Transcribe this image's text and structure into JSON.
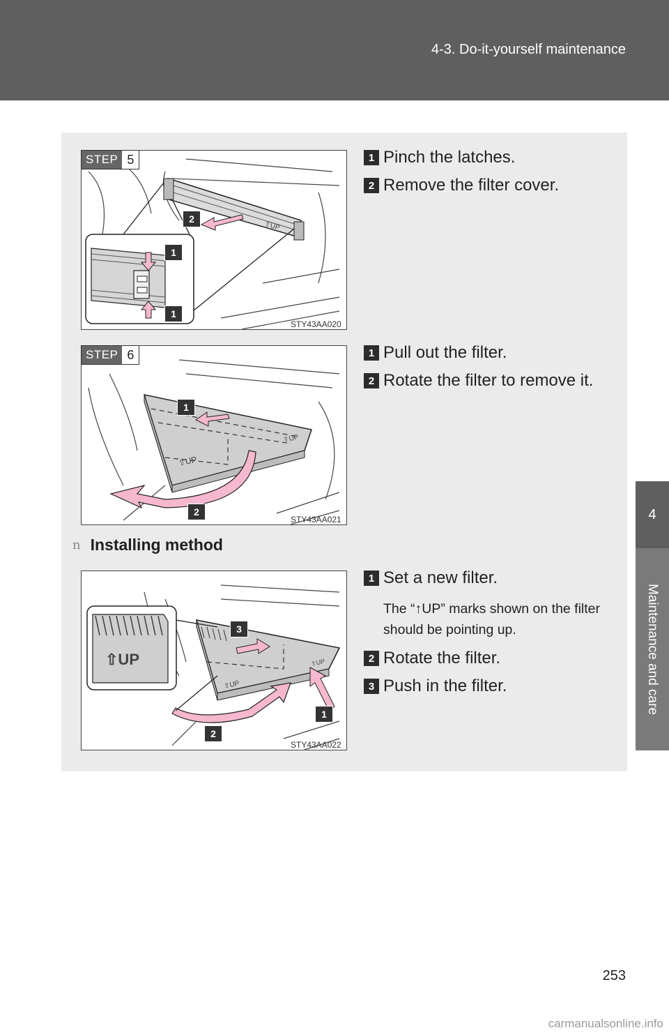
{
  "header": {
    "title": "4-3. Do-it-yourself maintenance"
  },
  "side_tab": {
    "number": "4",
    "label": "Maintenance and care"
  },
  "step5": {
    "badge_word": "STEP",
    "badge_num": "5",
    "figure_code": "STY43AA020",
    "callouts": [
      "2",
      "1",
      "1"
    ],
    "instructions": [
      {
        "num": "1",
        "text": "Pinch the latches."
      },
      {
        "num": "2",
        "text": "Remove the filter cover."
      }
    ]
  },
  "step6": {
    "badge_word": "STEP",
    "badge_num": "6",
    "figure_code": "STY43AA021",
    "callouts": [
      "1",
      "2"
    ],
    "instructions": [
      {
        "num": "1",
        "text": "Pull out the filter."
      },
      {
        "num": "2",
        "text": "Rotate the filter to remove it."
      }
    ]
  },
  "installing": {
    "bullet": "n",
    "title": "Installing method",
    "figure_code": "STY43AA022",
    "callouts": [
      "3",
      "1",
      "2"
    ],
    "instructions": [
      {
        "num": "1",
        "text": "Set a new filter."
      },
      {
        "num": "2",
        "text": "Rotate the filter."
      },
      {
        "num": "3",
        "text": "Push in the filter."
      }
    ],
    "note": "The “↑UP” marks shown on the filter should be pointing up."
  },
  "page_number": "253",
  "watermark": "carmanualsonline.info",
  "colors": {
    "header": "#5f5f5f",
    "panel": "#ebebeb",
    "arrow": "#f5b8cf",
    "tab_light": "#7a7a7a"
  }
}
